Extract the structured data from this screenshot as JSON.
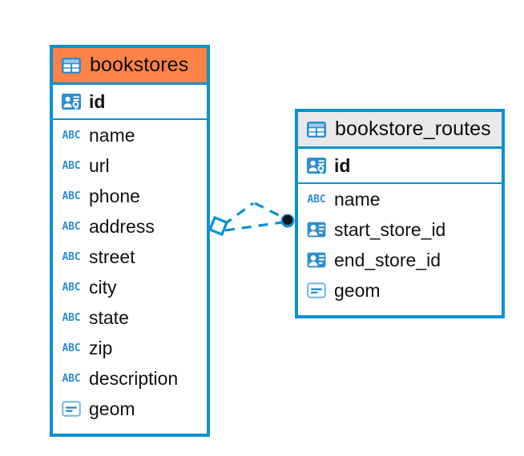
{
  "diagram": {
    "type": "entity-relationship-diagram",
    "background": "#ffffff",
    "accent_color": "#0a91d2",
    "highlight_color": "#fd8247",
    "header_gray": "#e9e9e9"
  },
  "entities": [
    {
      "name": "bookstores",
      "title": "bookstores",
      "header_style": "orange",
      "header_icon": "table-icon",
      "columns": [
        {
          "label": "id",
          "icon": "primary-key-icon",
          "key": true
        },
        {
          "label": "name",
          "icon": "abc-text-icon",
          "key": false
        },
        {
          "label": "url",
          "icon": "abc-text-icon",
          "key": false
        },
        {
          "label": "phone",
          "icon": "abc-text-icon",
          "key": false
        },
        {
          "label": "address",
          "icon": "abc-text-icon",
          "key": false
        },
        {
          "label": "street",
          "icon": "abc-text-icon",
          "key": false
        },
        {
          "label": "city",
          "icon": "abc-text-icon",
          "key": false
        },
        {
          "label": "state",
          "icon": "abc-text-icon",
          "key": false
        },
        {
          "label": "zip",
          "icon": "abc-text-icon",
          "key": false
        },
        {
          "label": "description",
          "icon": "abc-text-icon",
          "key": false
        },
        {
          "label": "geom",
          "icon": "geometry-icon",
          "key": false
        }
      ]
    },
    {
      "name": "bookstore_routes",
      "title": "bookstore_routes",
      "header_style": "gray",
      "header_icon": "table-icon",
      "columns": [
        {
          "label": "id",
          "icon": "primary-key-icon",
          "key": true
        },
        {
          "label": "name",
          "icon": "abc-text-icon",
          "key": false
        },
        {
          "label": "start_store_id",
          "icon": "foreign-key-icon",
          "key": false
        },
        {
          "label": "end_store_id",
          "icon": "foreign-key-icon",
          "key": false
        },
        {
          "label": "geom",
          "icon": "geometry-icon",
          "key": false
        }
      ]
    }
  ],
  "relationship": {
    "from_entity": "bookstores",
    "to_entity": "bookstore_routes",
    "from_marker": "diamond-marker",
    "to_marker": "filled-circle-marker",
    "line_style": "dashed",
    "line_color": "#0a91d2",
    "label": ""
  },
  "icon_glyphs": {
    "abc-text-icon": "ABC",
    "table-icon": "table",
    "primary-key-icon": "id-card-key",
    "foreign-key-icon": "id-card",
    "geometry-icon": "geometry-box"
  }
}
